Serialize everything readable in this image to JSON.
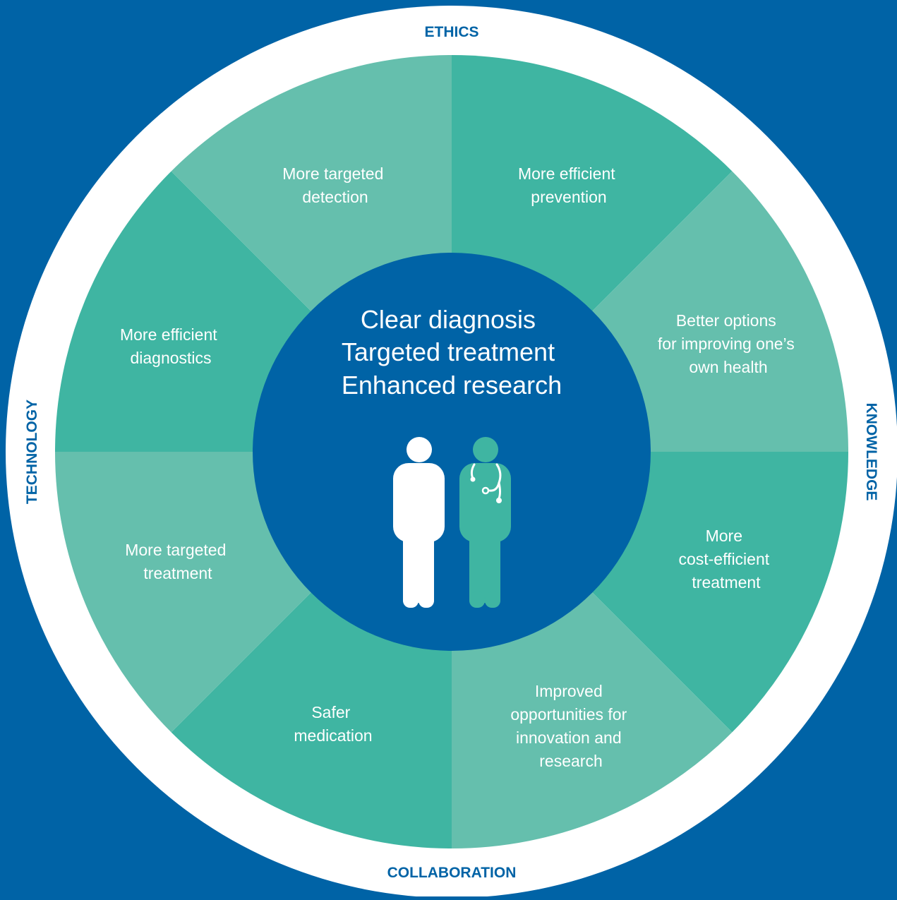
{
  "colors": {
    "background": "#0063a6",
    "ring": "#ffffff",
    "segment_dark": "#3fb5a2",
    "segment_light": "#65bfad",
    "center": "#0063a6",
    "patient": "#ffffff",
    "doctor": "#3fb5a2",
    "pillar_text": "#0063a6"
  },
  "pillars": {
    "top": "ETHICS",
    "right": "KNOWLEDGE",
    "bottom": "COLLABORATION",
    "left": "TECHNOLOGY"
  },
  "center": {
    "lines": [
      "Clear diagnosis",
      "Targeted treatment",
      "Enhanced research"
    ],
    "icons": [
      "patient-figure-icon",
      "doctor-stethoscope-icon"
    ]
  },
  "segments": [
    {
      "id": "targeted-detection",
      "tone": "dark",
      "lines": [
        "More targeted",
        "detection"
      ]
    },
    {
      "id": "efficient-prevention",
      "tone": "light",
      "lines": [
        "More efficient",
        "prevention"
      ]
    },
    {
      "id": "improving-own-health",
      "tone": "dark",
      "lines": [
        "Better options",
        "for improving one’s",
        "own health"
      ]
    },
    {
      "id": "cost-efficient-treatment",
      "tone": "light",
      "lines": [
        "More",
        "cost-efficient",
        "treatment"
      ]
    },
    {
      "id": "innovation-research",
      "tone": "dark",
      "lines": [
        "Improved",
        "opportunities for",
        "innovation and",
        "research"
      ]
    },
    {
      "id": "safer-medication",
      "tone": "light",
      "lines": [
        "Safer",
        "medication"
      ]
    },
    {
      "id": "targeted-treatment",
      "tone": "dark",
      "lines": [
        "More targeted",
        "treatment"
      ]
    },
    {
      "id": "efficient-diagnostics",
      "tone": "light",
      "lines": [
        "More efficient",
        "diagnostics"
      ]
    }
  ]
}
